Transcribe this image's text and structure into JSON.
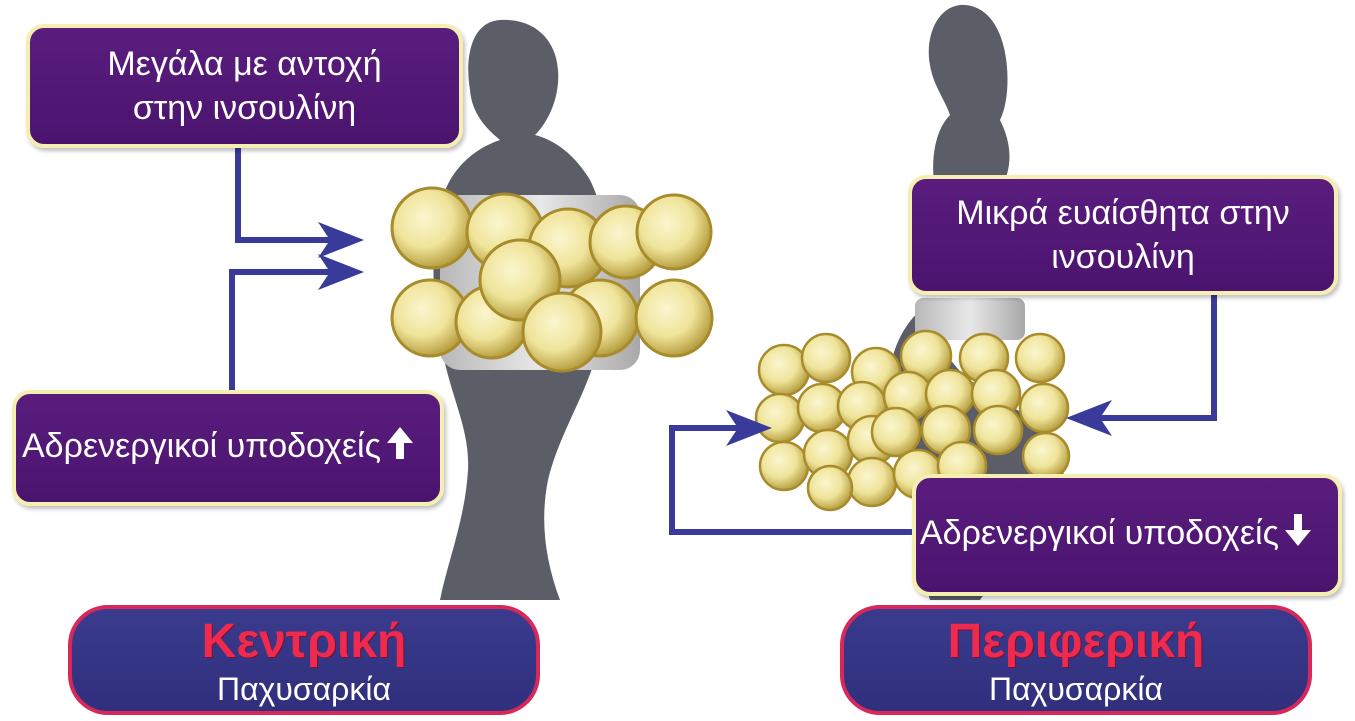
{
  "boxes": {
    "large_cells": {
      "line1": "Μεγάλα με αντοχή",
      "line2": "στην ινσουλίνη"
    },
    "small_cells": {
      "line1": "Μικρά ευαίσθητα στην",
      "line2": "ινσουλίνη"
    },
    "adrenergic_left": {
      "text": "Αδρενεργικοί υποδοχείς",
      "arrow": "arrow-up-icon"
    },
    "adrenergic_right": {
      "text": "Αδρενεργικοί υποδοχείς",
      "arrow": "arrow-down-icon"
    }
  },
  "labels": {
    "central": {
      "title": "Κεντρική",
      "subtitle": "Παχυσαρκία"
    },
    "peripheral": {
      "title": "Περιφερική",
      "subtitle": "Παχυσαρκία"
    }
  },
  "colors": {
    "box_fill": "#4f1773",
    "box_border": "#f4efb0",
    "pill_fill": "#33337f",
    "pill_border": "#d6285a",
    "title_red": "#ee2a4f",
    "arrow_blue": "#3a3a9a",
    "silhouette": "#5b5e66",
    "fat_cell": "#efe49a"
  }
}
